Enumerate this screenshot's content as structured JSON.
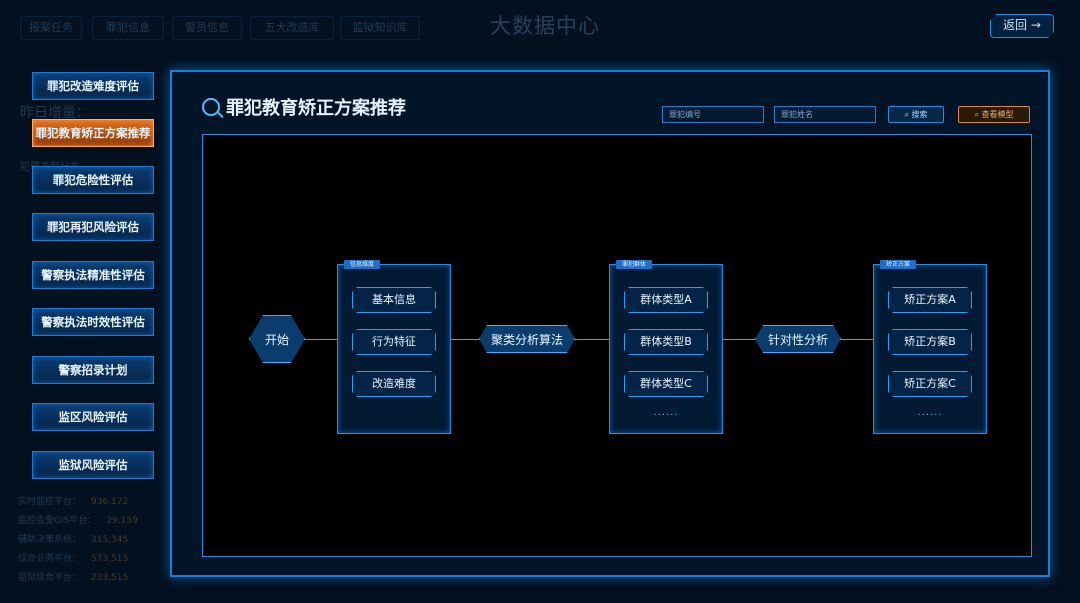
{
  "header": {
    "tabs": [
      "报案任务",
      "罪犯信息",
      "警员信息",
      "五大改造库",
      "监狱知识库"
    ],
    "title": "大数据中心",
    "back_label": "返回"
  },
  "background": {
    "stats": [
      {
        "label": "实时监控平台：",
        "value": "936,172"
      },
      {
        "label": "监控告警GIS平台：",
        "value": "29,159"
      },
      {
        "label": "辅助决策系统：",
        "value": "315,345"
      },
      {
        "label": "综合业务平台：",
        "value": "573,515"
      },
      {
        "label": "监狱综合平台：",
        "value": "233,515"
      }
    ],
    "texts": [
      "昨日增量：",
      "犯罪类型分布",
      "罪犯危险性评估",
      "警察招录计划"
    ]
  },
  "sidebar": {
    "items": [
      {
        "label": "罪犯改造难度评估",
        "active": false
      },
      {
        "label": "罪犯教育矫正方案推荐",
        "active": true
      },
      {
        "label": "罪犯危险性评估",
        "active": false
      },
      {
        "label": "罪犯再犯风险评估",
        "active": false
      },
      {
        "label": "警察执法精准性评估",
        "active": false
      },
      {
        "label": "警察执法时效性评估",
        "active": false
      },
      {
        "label": "警察招录计划",
        "active": false
      },
      {
        "label": "监区风险评估",
        "active": false
      },
      {
        "label": "监狱风险评估",
        "active": false
      }
    ]
  },
  "modal": {
    "title": "罪犯教育矫正方案推荐",
    "search": {
      "id_placeholder": "罪犯编号",
      "name_placeholder": "罪犯姓名",
      "search_label": "搜索",
      "model_label": "查看模型"
    },
    "flow": {
      "start": "开始",
      "groups": [
        {
          "tag": "信息维度",
          "items": [
            "基本信息",
            "行为特征",
            "改造难度"
          ],
          "more": ""
        },
        {
          "tag": "罪犯群体",
          "items": [
            "群体类型A",
            "群体类型B",
            "群体类型C"
          ],
          "more": "......"
        },
        {
          "tag": "矫正方案",
          "items": [
            "矫正方案A",
            "矫正方案B",
            "矫正方案C"
          ],
          "more": "......"
        }
      ],
      "connectors": [
        "聚类分析算法",
        "针对性分析"
      ]
    }
  },
  "colors": {
    "accent": "#1a7fd6",
    "active": "#e0701c",
    "background": "#02101f"
  }
}
